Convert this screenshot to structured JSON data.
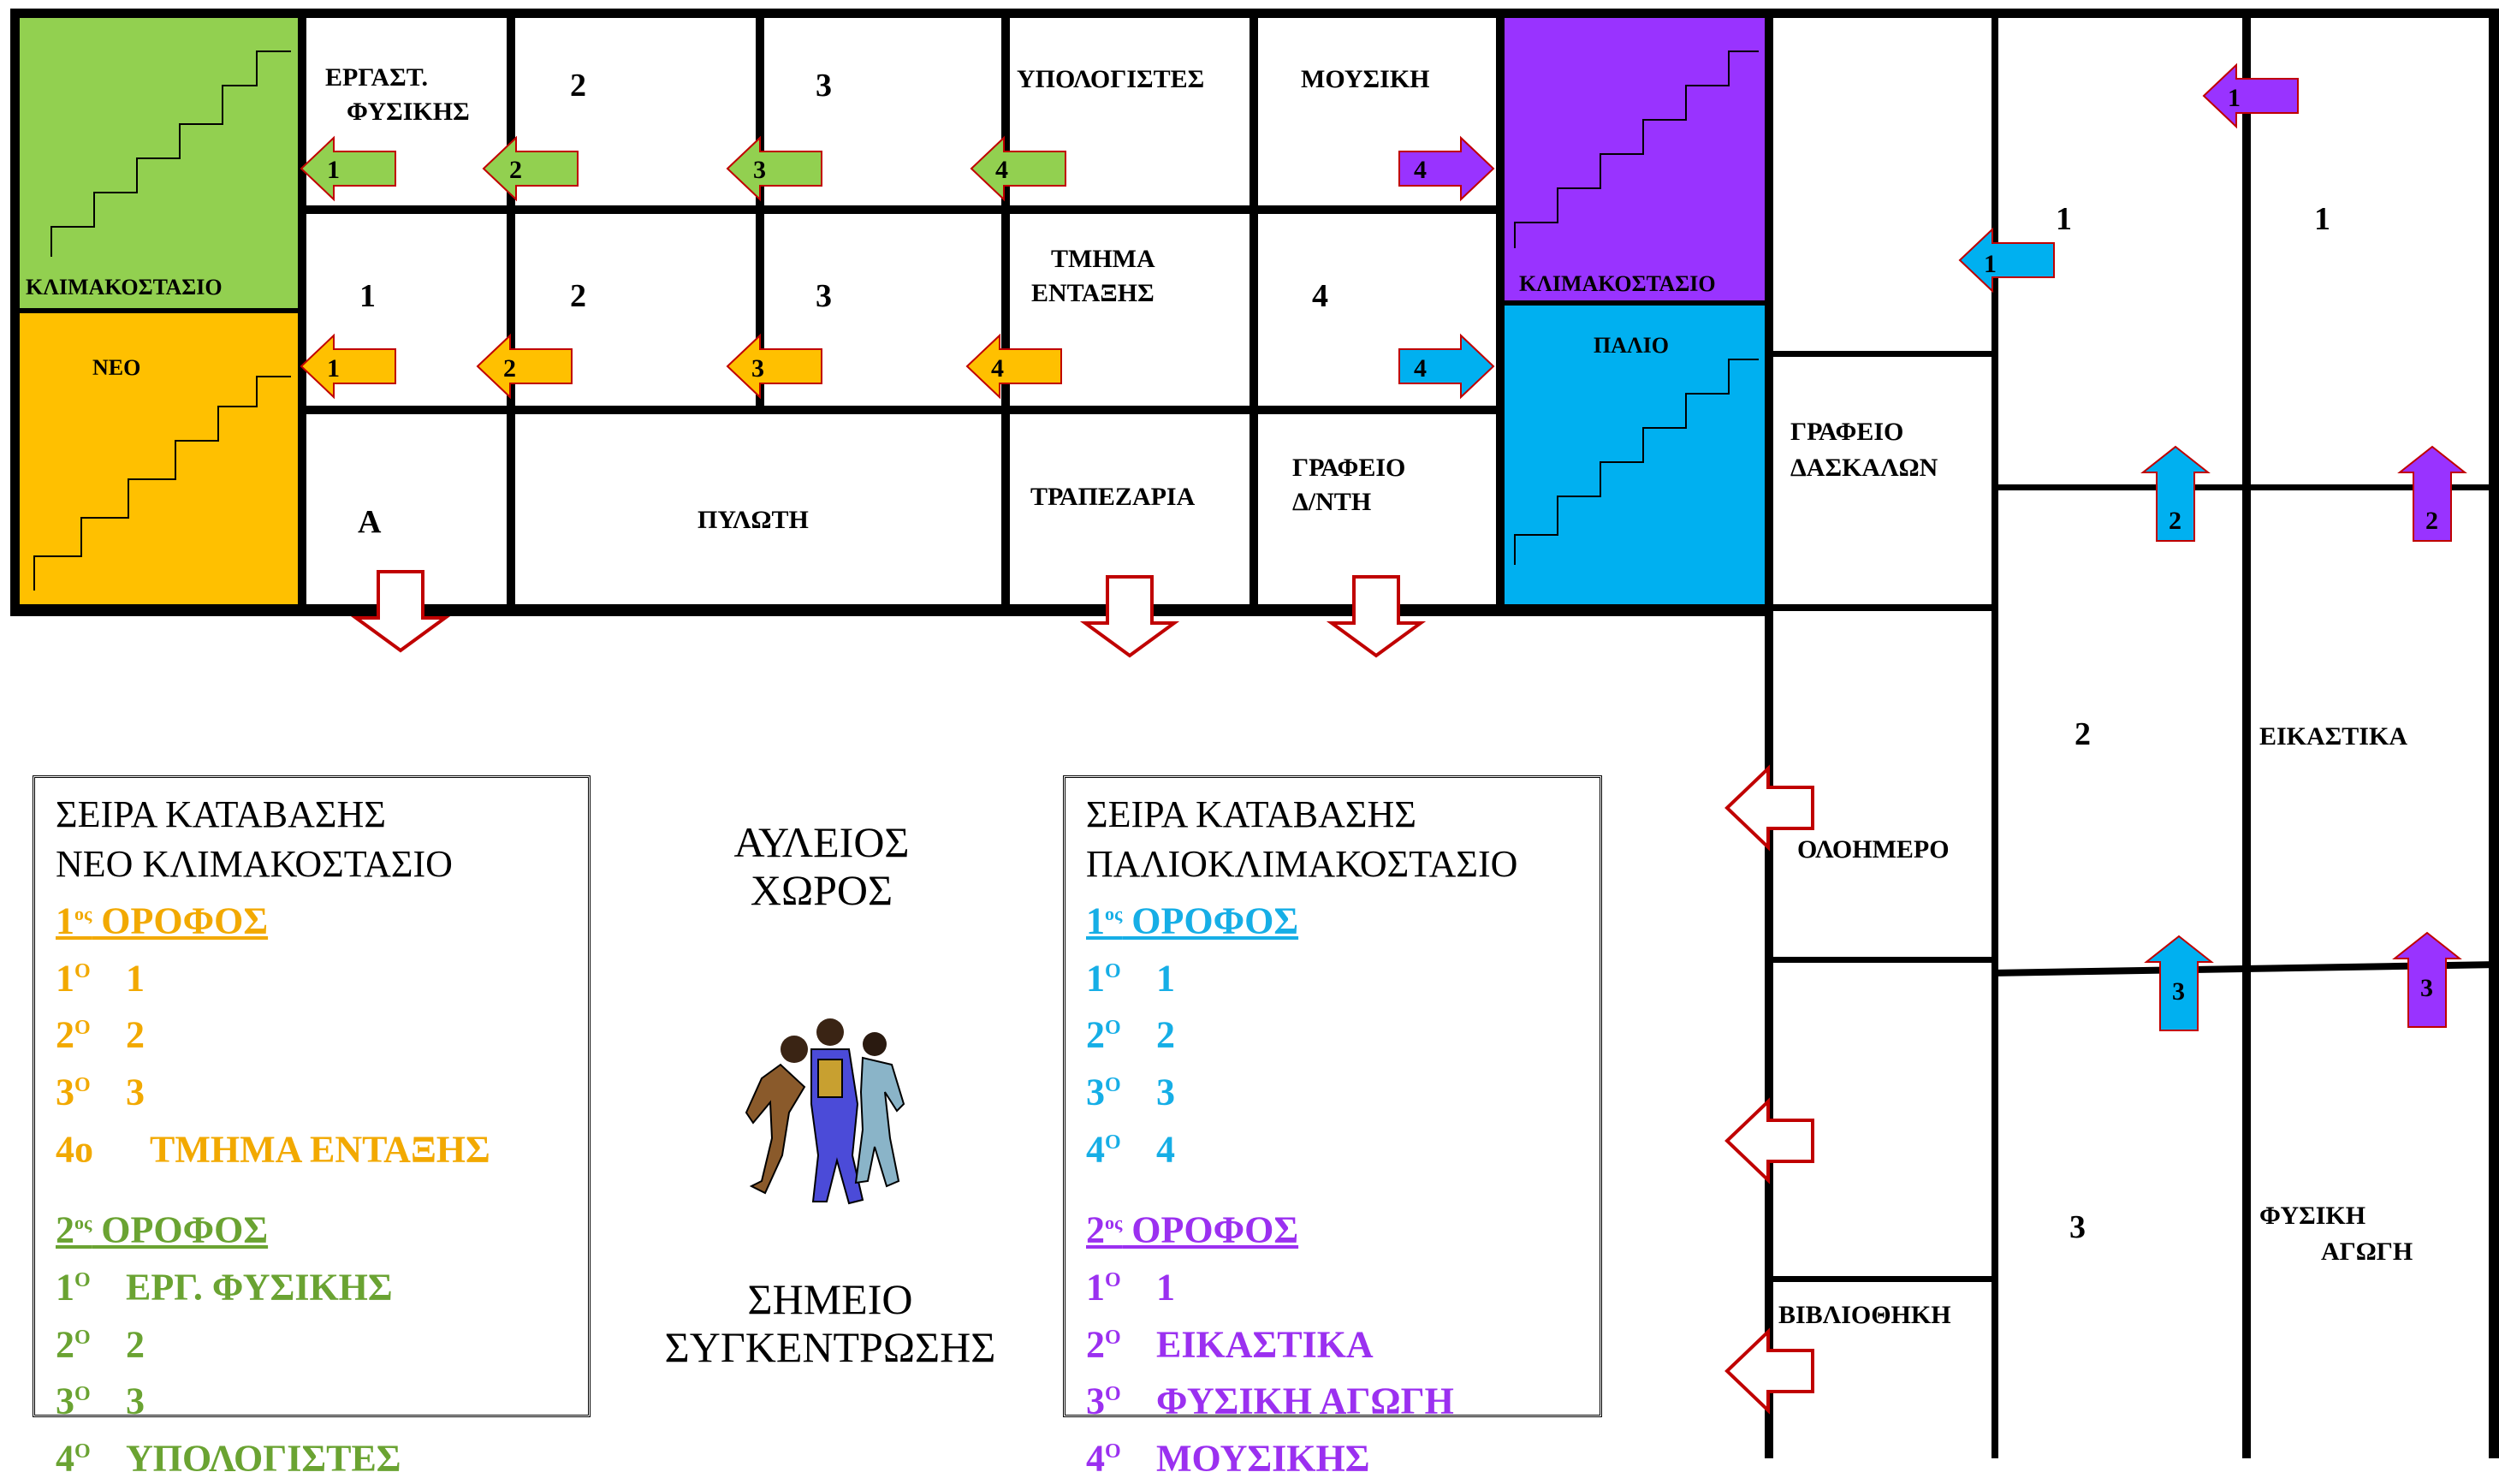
{
  "colors": {
    "green": "#92d050",
    "orange": "#ffc000",
    "purple": "#9933ff",
    "blue": "#00b0f0",
    "exit_arrow": "#c00000"
  },
  "stairs": {
    "new_upper": "ΚΛΙΜΑΚΟΣΤΑΣΙΟ",
    "new_lower": "ΝΕΟ",
    "old_upper": "ΚΛΙΜΑΚΟΣΤΑΣΙΟ",
    "old_lower": "ΠΑΛΙΟ"
  },
  "rooms": {
    "lab_physics_1": "ΕΡΓΑΣΤ.",
    "lab_physics_2": "ΦΥΣΙΚΗΣ",
    "floor2_room2": "2",
    "floor2_room3": "3",
    "computers": "ΥΠΟΛΟΓΙΣΤΕΣ",
    "music": "ΜΟΥΣΙΚΗ",
    "floor1_room1": "1",
    "floor1_room2": "2",
    "floor1_room3": "3",
    "integration_1": "ΤΜΗΜΑ",
    "integration_2": "ΕΝΤΑΞΗΣ",
    "floor1_room4": "4",
    "ground_a": "Α",
    "entrance": "ΠΥΛΩΤΗ",
    "dining": "ΤΡΑΠΕΖΑΡΙΑ",
    "principal_1": "ΓΡΑΦΕΙΟ",
    "principal_2": "Δ/ΝΤΗ",
    "teachers_1": "ΓΡΑΦΕΙΟ",
    "teachers_2": "ΔΑΣΚΑΛΩΝ",
    "all_day": "ΟΛΟΗΜΕΡΟ",
    "library": "ΒΙΒΛΙΟΘΗΚΗ",
    "east_1a": "1",
    "east_1b": "1",
    "east_2": "2",
    "art": "ΕΙΚΑΣΤΙΚΑ",
    "east_3": "3",
    "pe_1": "ΦΥΣΙΚΗ",
    "pe_2": "ΑΓΩΓΗ"
  },
  "arrows": {
    "green": [
      "1",
      "2",
      "3",
      "4"
    ],
    "orange": [
      "1",
      "2",
      "3",
      "4"
    ],
    "purple_music": "4",
    "blue_room4": "4",
    "purple_top": "1",
    "blue_top": "1",
    "blue_up_2": "2",
    "purple_up_2": "2",
    "blue_up_3": "3",
    "purple_up_3": "3"
  },
  "legend_new": {
    "title_1": "ΣΕΙΡΑ ΚΑΤΑΒΑΣΗΣ",
    "title_2": "ΝΕΟ ΚΛΙΜΑΚΟΣΤΑΣΙΟ",
    "floor1_num": "1",
    "floor1_sup": "ος",
    "floor1_word": " ΟΡΟΦΟΣ",
    "floor1_items": [
      {
        "ord": "1",
        "sup": "Ο",
        "text": "1"
      },
      {
        "ord": "2",
        "sup": "Ο",
        "text": "2"
      },
      {
        "ord": "3",
        "sup": "Ο",
        "text": "3"
      },
      {
        "ord": "4ο",
        "sup": "",
        "text": "ΤΜΗΜΑ ΕΝΤΑΞΗΣ"
      }
    ],
    "floor2_num": "2",
    "floor2_sup": "ος",
    "floor2_word": " ΟΡΟΦΟΣ",
    "floor2_items": [
      {
        "ord": "1",
        "sup": "Ο",
        "text": "ΕΡΓ. ΦΥΣΙΚΗΣ"
      },
      {
        "ord": "2",
        "sup": "Ο",
        "text": "2"
      },
      {
        "ord": "3",
        "sup": "Ο",
        "text": "3"
      },
      {
        "ord": "4",
        "sup": "Ο",
        "text": "ΥΠΟΛΟΓΙΣΤΕΣ"
      }
    ]
  },
  "legend_old": {
    "title_1": "ΣΕΙΡΑ ΚΑΤΑΒΑΣΗΣ",
    "title_2": "ΠΑΛΙΟΚΛΙΜΑΚΟΣΤΑΣΙΟ",
    "floor1_num": "1",
    "floor1_sup": "ος",
    "floor1_word": " ΟΡΟΦΟΣ",
    "floor1_items": [
      {
        "ord": "1",
        "sup": "Ο",
        "text": "1"
      },
      {
        "ord": "2",
        "sup": "Ο",
        "text": "2"
      },
      {
        "ord": "3",
        "sup": "Ο",
        "text": "3"
      },
      {
        "ord": "4",
        "sup": "Ο",
        "text": "4"
      }
    ],
    "floor2_num": "2",
    "floor2_sup": "ος",
    "floor2_word": " ΟΡΟΦΟΣ",
    "floor2_items": [
      {
        "ord": "1",
        "sup": "Ο",
        "text": "1"
      },
      {
        "ord": "2",
        "sup": "Ο",
        "text": "ΕΙΚΑΣΤΙΚΑ"
      },
      {
        "ord": "3",
        "sup": "Ο",
        "text": "ΦΥΣΙΚΗ ΑΓΩΓΗ"
      },
      {
        "ord": "4",
        "sup": "Ο",
        "text": "ΜΟΥΣΙΚΗΣ"
      }
    ]
  },
  "yard": {
    "line_1": "ΑΥΛΕΙΟΣ",
    "line_2": "ΧΩΡΟΣ",
    "assembly_1": "ΣΗΜΕΙΟ",
    "assembly_2": "ΣΥΓΚΕΝΤΡΩΣΗΣ"
  },
  "icons": {
    "people": "group-of-people-icon"
  }
}
